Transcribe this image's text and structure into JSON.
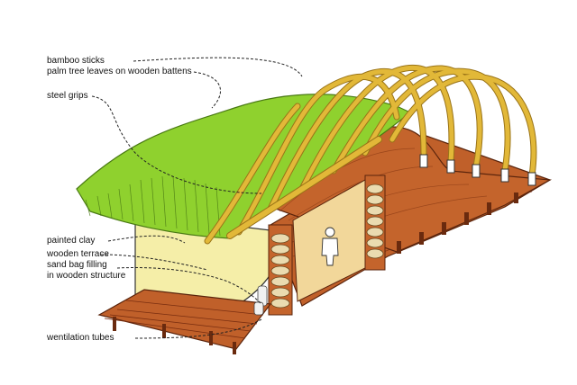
{
  "labels": {
    "bamboo_sticks": "bamboo sticks",
    "palm_leaves": "palm tree leaves on wooden battens",
    "steel_grips": "steel grips",
    "painted_clay": "painted clay",
    "wooden_terrace": "wooden terrace",
    "sand_bag_line1": "sand bag filling",
    "sand_bag_line2": "in wooden structure",
    "ventilation": "wentilation tubes"
  },
  "colors": {
    "bamboo": "#e2b838",
    "bamboo_dark": "#9a7418",
    "roof_green": "#8fd12e",
    "roof_green_dark": "#5f9a1a",
    "clay_wall": "#f4eda2",
    "wood": "#b8521e",
    "wood_dark": "#7a2e10",
    "sandbag": "#e9d6a8",
    "leader": "#222222"
  }
}
